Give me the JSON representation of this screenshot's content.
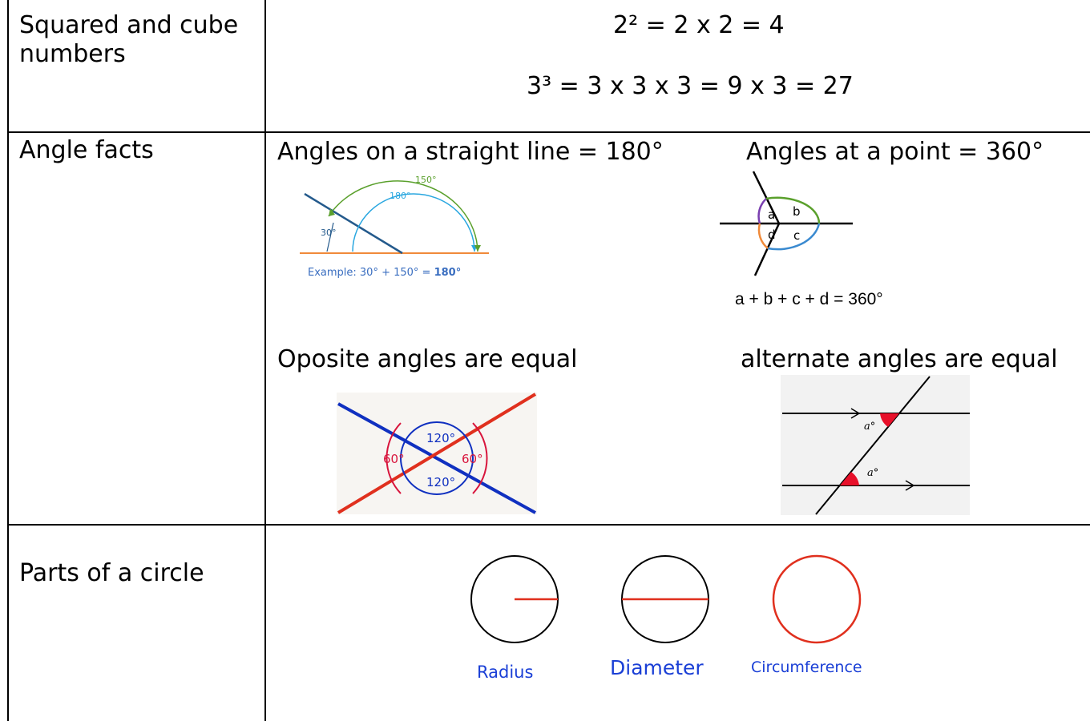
{
  "rows": [
    {
      "label": "Squared and cube numbers",
      "lines": [
        "2² = 2 x 2 = 4",
        "3³ = 3 x 3 x 3 = 9 x 3 = 27"
      ]
    },
    {
      "label": "Angle facts",
      "straight_line": {
        "heading": "Angles on a straight line = 180°",
        "angle_small": "30°",
        "angle_180": "180°",
        "angle_150": "150°",
        "example_prefix": "Example: 30° + 150° = ",
        "example_total": "180°"
      },
      "point": {
        "heading": "Angles at a point = 360°",
        "letters": [
          "a",
          "b",
          "c",
          "d"
        ],
        "equation": "a + b + c + d = 360°"
      },
      "opposite": {
        "heading": "Oposite angles are equal",
        "top": "120°",
        "bottom": "120°",
        "left": "60°",
        "right": "60°"
      },
      "alternate": {
        "heading": "alternate angles are equal",
        "angle_label": "a°"
      }
    },
    {
      "label": "Parts of a circle",
      "circles": [
        "Radius",
        "Diameter",
        "Circumference"
      ]
    }
  ],
  "colors": {
    "border": "#000000",
    "blue_label": "#1a3fd6",
    "red": "#e0301e",
    "green": "#5aa02c",
    "light_blue": "#2aa7e0",
    "orange": "#f08a3a",
    "purple": "#7a3fb0",
    "dark_blue": "#1030c0",
    "crimson": "#d8143c"
  }
}
